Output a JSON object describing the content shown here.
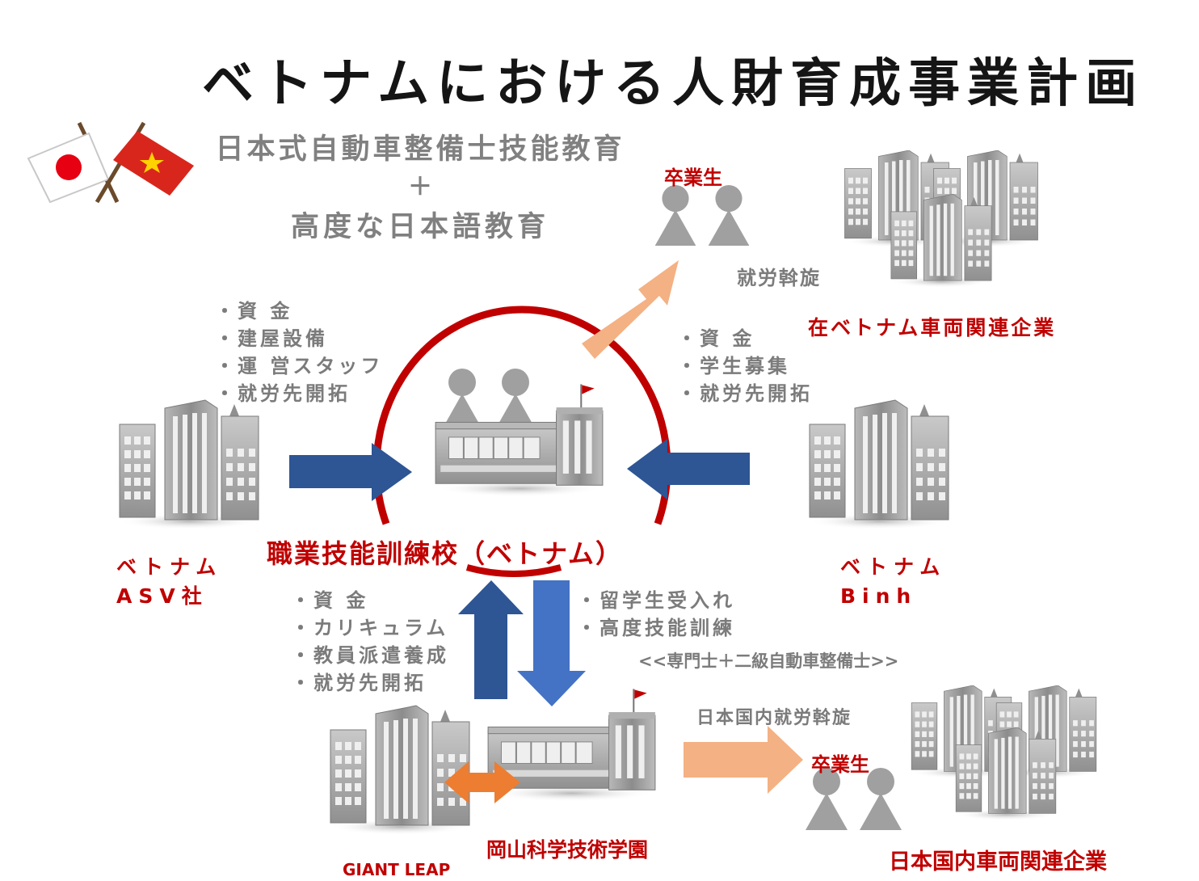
{
  "title": "ベトナムにおける人財育成事業計画",
  "subtitle": {
    "line1": "日本式自動車整備士技能教育",
    "plus": "＋",
    "line2": "高度な日本語教育"
  },
  "school": {
    "label": "職業技能訓練校（ベトナム）"
  },
  "graduates_top": {
    "label": "卒業生"
  },
  "job_placement_top": "就労斡旋",
  "vietnam_companies": {
    "label": "在ベトナム車両関連企業"
  },
  "asv": {
    "line1": "ベトナム",
    "line2": "ASV社",
    "contributions": [
      "・資 金",
      "・建屋設備",
      "・運 営スタッフ",
      "・就労先開拓"
    ]
  },
  "binh": {
    "line1": "ベトナム",
    "line2": "Binh",
    "contributions": [
      "・資 金",
      "・学生募集",
      "・就労先開拓"
    ]
  },
  "giant_leap": {
    "label": "GIANT LEAP",
    "contributions": [
      "・資 金",
      "・カリキュラム",
      "・教員派遣養成",
      "・就労先開拓"
    ]
  },
  "okayama": {
    "label": "岡山科学技術学園",
    "contributions": [
      "・留学生受入れ",
      "・高度技能訓練"
    ],
    "qualification": "<<専門士＋二級自動車整備士>>"
  },
  "japan_placement": "日本国内就労斡旋",
  "graduates_bottom": {
    "label": "卒業生"
  },
  "japan_companies": {
    "label": "日本国内車両関連企業"
  },
  "colors": {
    "accent_red": "#c00000",
    "arrow_dark_blue": "#2e5594",
    "arrow_blue": "#4472c4",
    "arrow_peach": "#f4b183",
    "arrow_orange": "#ed7d31",
    "text_grey": "#7b7b7b",
    "building_grey": "#a6a6a6",
    "person_grey": "#a0a0a0"
  },
  "icons": [
    "japan-flag-icon",
    "vietnam-flag-icon",
    "building-icon",
    "school-icon",
    "person-icon"
  ]
}
